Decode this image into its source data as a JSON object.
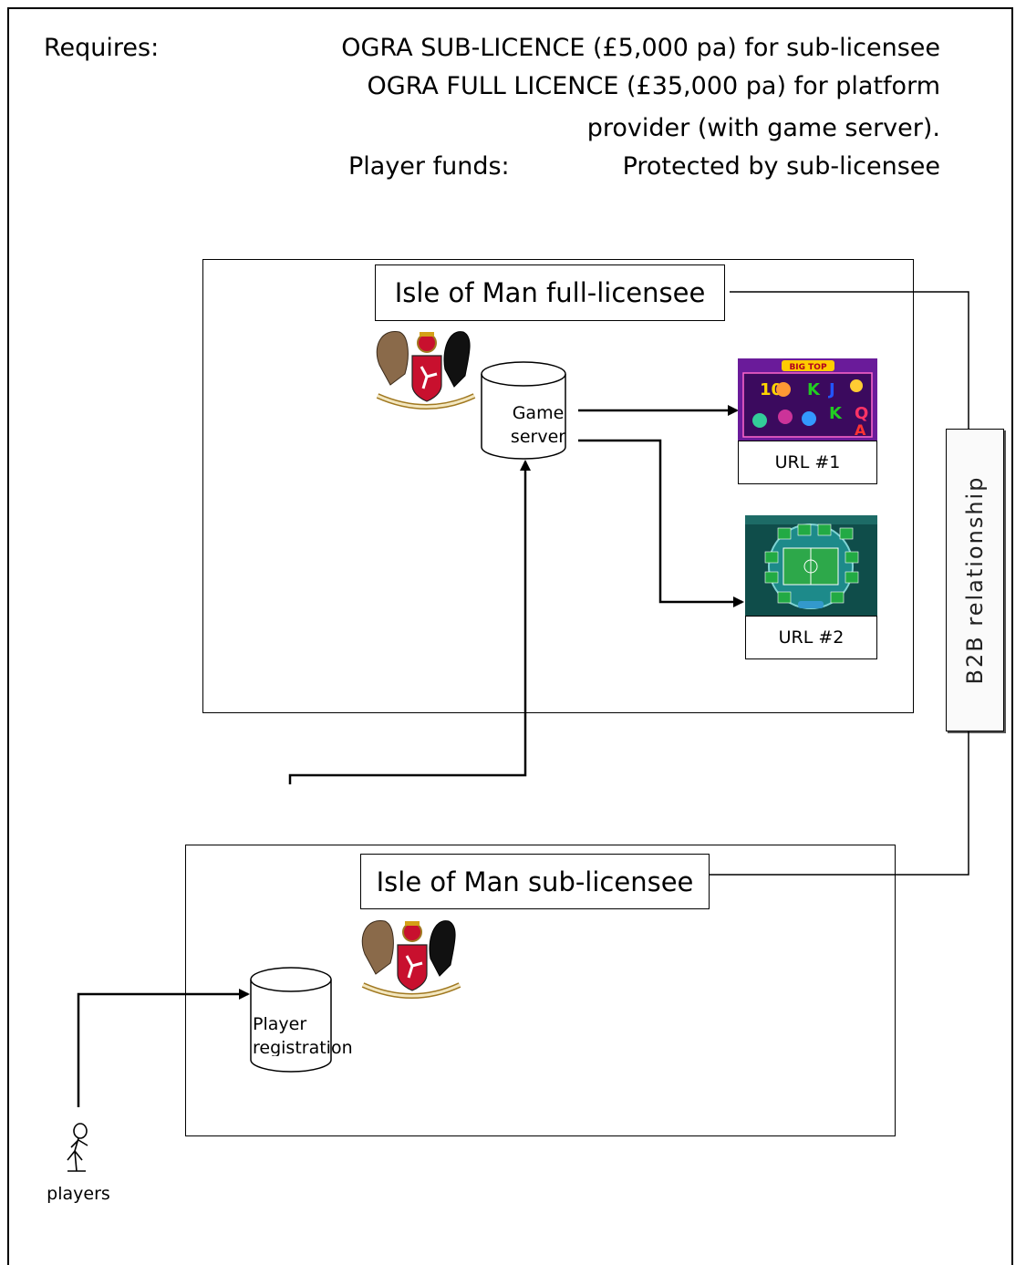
{
  "header": {
    "requires_label": "Requires:",
    "line1": "OGRA SUB-LICENCE (£5,000 pa) for sub-licensee",
    "line2": "OGRA FULL LICENCE (£35,000 pa) for platform",
    "line3": "provider (with game server).",
    "funds_label": "Player funds:",
    "funds_value": "Protected by sub-licensee"
  },
  "full_licensee": {
    "title": "Isle of Man full-licensee",
    "game_server_line1": "Game",
    "game_server_line2": "server",
    "url1": "URL #1",
    "url2": "URL #2",
    "crest_icon": "isle-of-man-crest-icon"
  },
  "sub_licensee": {
    "title": "Isle of Man sub-licensee",
    "player_reg_line1": "Player",
    "player_reg_line2": "registration",
    "crest_icon": "isle-of-man-crest-icon"
  },
  "relationship": {
    "label": "B2B relationship"
  },
  "players": {
    "label": "players",
    "icon": "player-stick-figure-icon"
  },
  "screens": {
    "slot_title": "BIG TOP",
    "slot_symbols": [
      "10",
      "K",
      "J",
      "K",
      "Q",
      "A"
    ]
  },
  "colors": {
    "crest_red": "#c8102e",
    "table_green": "#1f6e3a",
    "slot_purple": "#6a1b9a"
  }
}
